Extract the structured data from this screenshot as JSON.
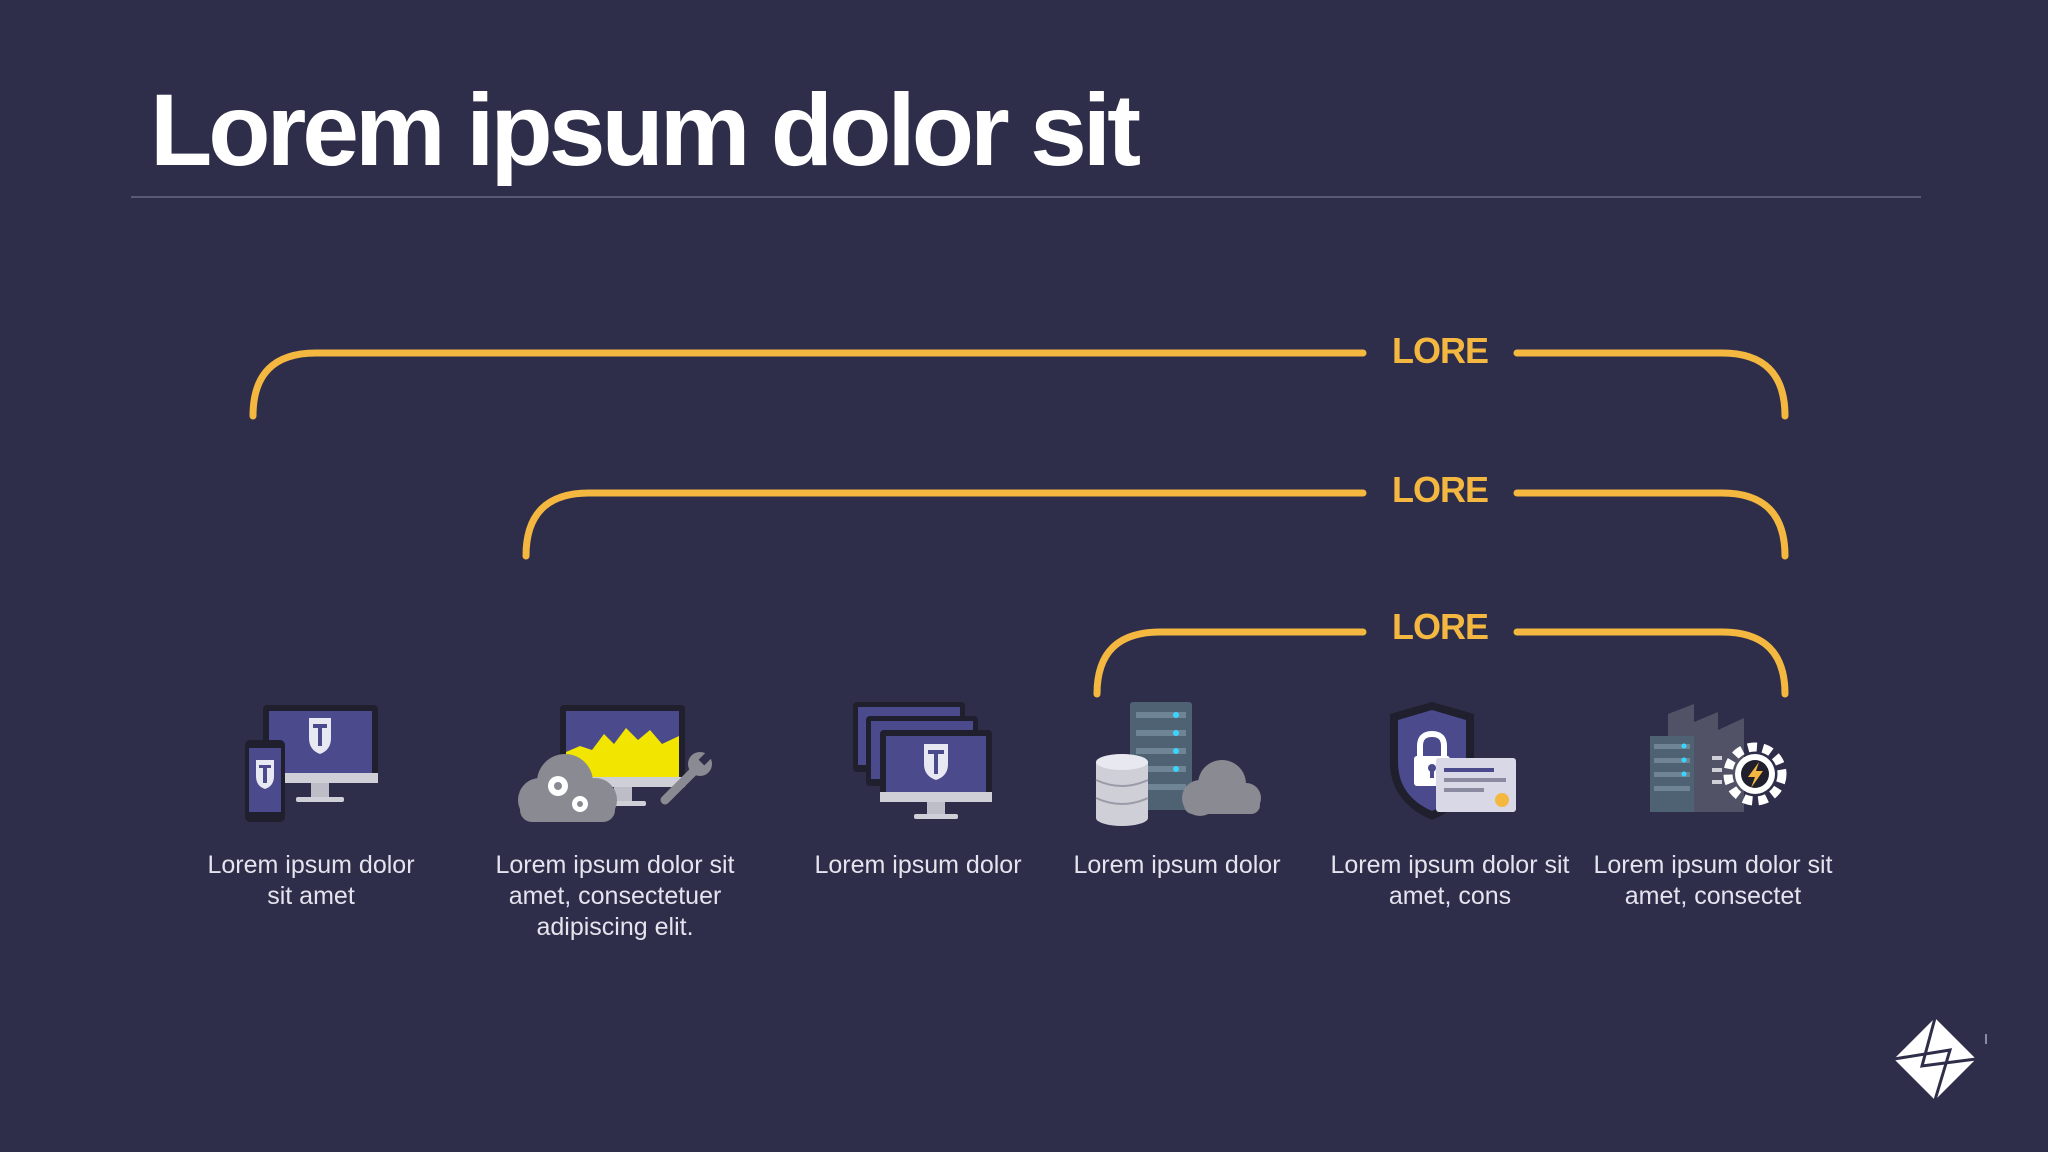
{
  "slide": {
    "title": "Lorem ipsum dolor sit"
  },
  "brackets": [
    {
      "label": "LORE"
    },
    {
      "label": "LORE"
    },
    {
      "label": "LORE"
    }
  ],
  "items": [
    {
      "icon": "devices-shield-icon",
      "caption_lines": [
        "Lorem ipsum dolor",
        "sit amet"
      ]
    },
    {
      "icon": "cloud-monitor-wrench-icon",
      "caption_lines": [
        "Lorem ipsum dolor sit",
        "amet, consectetuer",
        "adipiscing elit."
      ]
    },
    {
      "icon": "multiple-monitors-icon",
      "caption_lines": [
        "Lorem ipsum dolor"
      ]
    },
    {
      "icon": "server-database-cloud-icon",
      "caption_lines": [
        "Lorem ipsum dolor"
      ]
    },
    {
      "icon": "shield-lock-certificate-icon",
      "caption_lines": [
        "Lorem ipsum dolor sit",
        "amet, cons"
      ]
    },
    {
      "icon": "building-server-gear-icon",
      "caption_lines": [
        "Lorem ipsum dolor sit",
        "amet, consectet"
      ]
    }
  ],
  "colors": {
    "background": "#2e2e4a",
    "accent": "#f4b73f",
    "text": "#e4e4ee",
    "title": "#ffffff"
  }
}
